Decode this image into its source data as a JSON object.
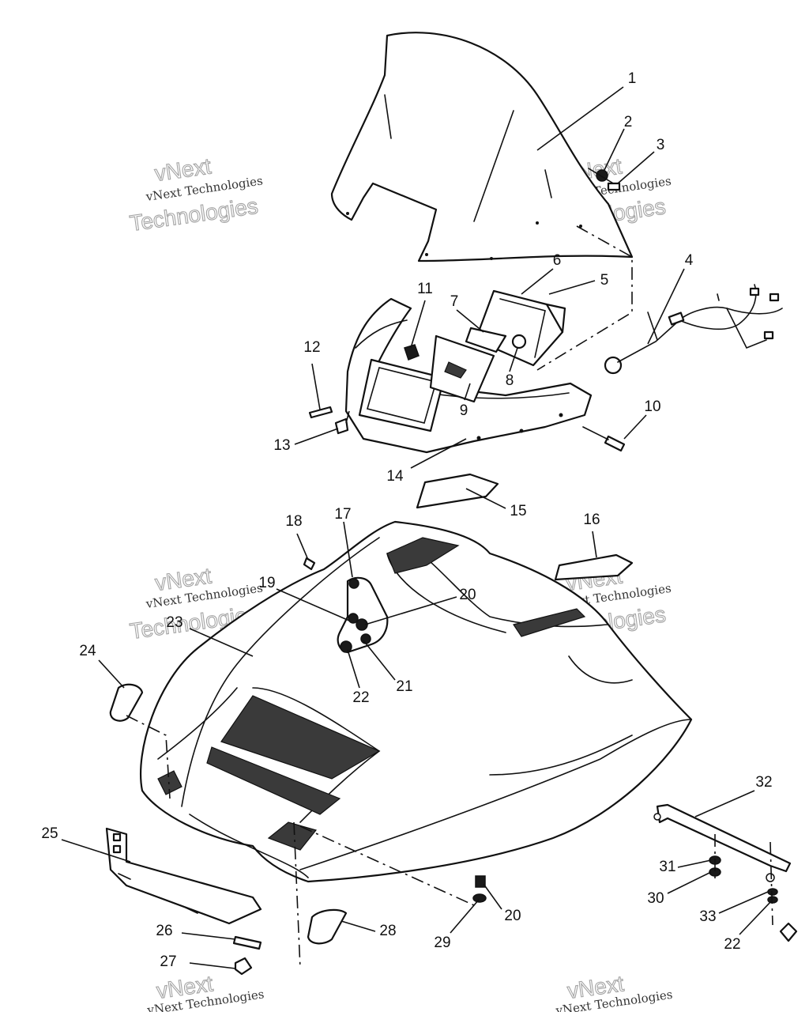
{
  "callouts": [
    {
      "id": "1",
      "label": "1"
    },
    {
      "id": "2",
      "label": "2"
    },
    {
      "id": "3",
      "label": "3"
    },
    {
      "id": "4",
      "label": "4"
    },
    {
      "id": "5",
      "label": "5"
    },
    {
      "id": "6",
      "label": "6"
    },
    {
      "id": "7",
      "label": "7"
    },
    {
      "id": "8",
      "label": "8"
    },
    {
      "id": "9",
      "label": "9"
    },
    {
      "id": "10",
      "label": "10"
    },
    {
      "id": "11",
      "label": "11"
    },
    {
      "id": "12",
      "label": "12"
    },
    {
      "id": "13",
      "label": "13"
    },
    {
      "id": "14",
      "label": "14"
    },
    {
      "id": "15",
      "label": "15"
    },
    {
      "id": "16",
      "label": "16"
    },
    {
      "id": "17",
      "label": "17"
    },
    {
      "id": "18",
      "label": "18"
    },
    {
      "id": "19",
      "label": "19"
    },
    {
      "id": "20a",
      "label": "20"
    },
    {
      "id": "21",
      "label": "21"
    },
    {
      "id": "22a",
      "label": "22"
    },
    {
      "id": "23",
      "label": "23"
    },
    {
      "id": "24",
      "label": "24"
    },
    {
      "id": "25",
      "label": "25"
    },
    {
      "id": "26",
      "label": "26"
    },
    {
      "id": "27",
      "label": "27"
    },
    {
      "id": "28",
      "label": "28"
    },
    {
      "id": "29",
      "label": "29"
    },
    {
      "id": "20b",
      "label": "20"
    },
    {
      "id": "30",
      "label": "30"
    },
    {
      "id": "31",
      "label": "31"
    },
    {
      "id": "32",
      "label": "32"
    },
    {
      "id": "33",
      "label": "33"
    },
    {
      "id": "22b",
      "label": "22"
    }
  ],
  "watermark": {
    "line1": "vNext",
    "line2": "vNext Technologies",
    "line3": "Technologies"
  }
}
